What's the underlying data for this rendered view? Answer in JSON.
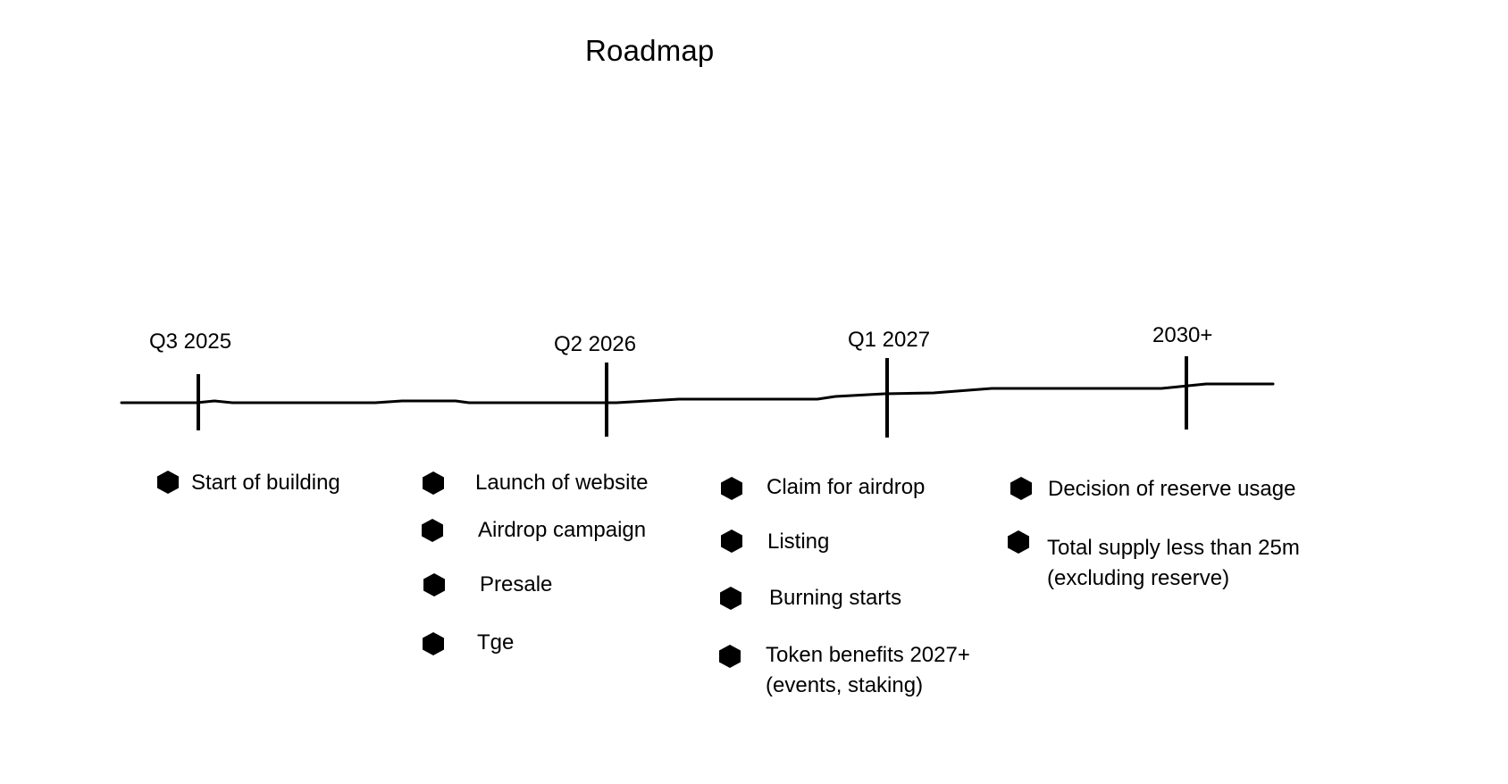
{
  "title": "Roadmap",
  "milestones": [
    {
      "period": "Q3 2025",
      "items": [
        "Start of building"
      ]
    },
    {
      "period": "Q2 2026",
      "items": [
        "Launch of website",
        "Airdrop campaign",
        "Presale",
        "Tge"
      ]
    },
    {
      "period": "Q1 2027",
      "items": [
        "Claim for airdrop",
        "Listing",
        "Burning starts",
        "Token benefits 2027+",
        "(events, staking)"
      ]
    },
    {
      "period": "2030+",
      "items": [
        "Decision of reserve usage",
        "Total supply less than 25m",
        "(excluding reserve)"
      ]
    }
  ],
  "bullet_icon": "hexagon-bullet-icon",
  "line_color": "#000000"
}
